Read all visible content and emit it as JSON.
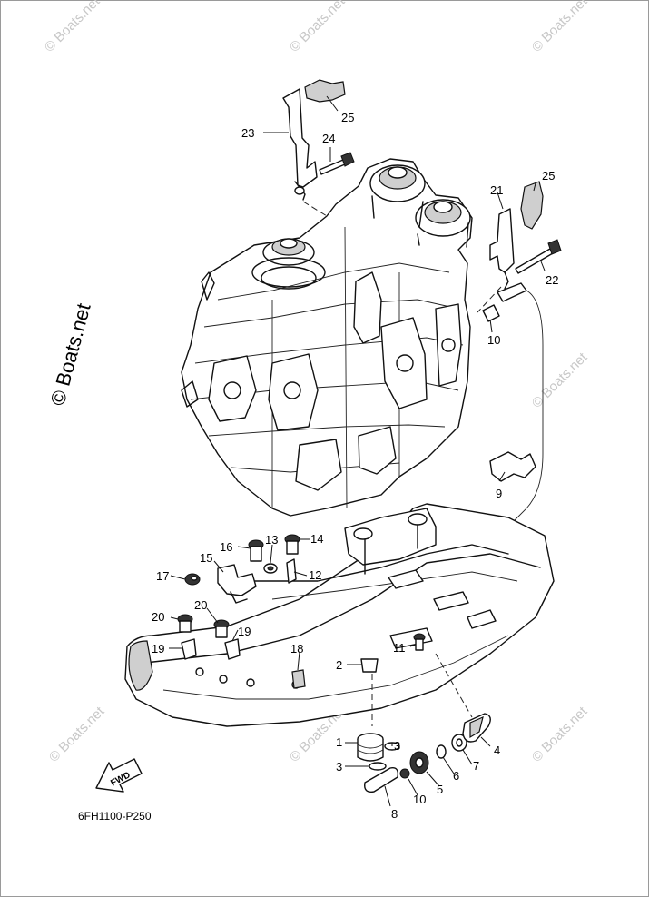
{
  "watermark": "© Boats.net",
  "diagram_code": "6FH1100-P250",
  "fwd_label": "FWD",
  "callouts": {
    "c1": "1",
    "c2": "2",
    "c3a": "3",
    "c3b": "3",
    "c4": "4",
    "c5": "5",
    "c6": "6",
    "c7": "7",
    "c8": "8",
    "c9": "9",
    "c10a": "10",
    "c10b": "10",
    "c11": "11",
    "c12": "12",
    "c13": "13",
    "c14": "14",
    "c15": "15",
    "c16": "16",
    "c17": "17",
    "c18": "18",
    "c19a": "19",
    "c19b": "19",
    "c20a": "20",
    "c20b": "20",
    "c21": "21",
    "c22": "22",
    "c23": "23",
    "c24": "24",
    "c25a": "25",
    "c25b": "25"
  }
}
